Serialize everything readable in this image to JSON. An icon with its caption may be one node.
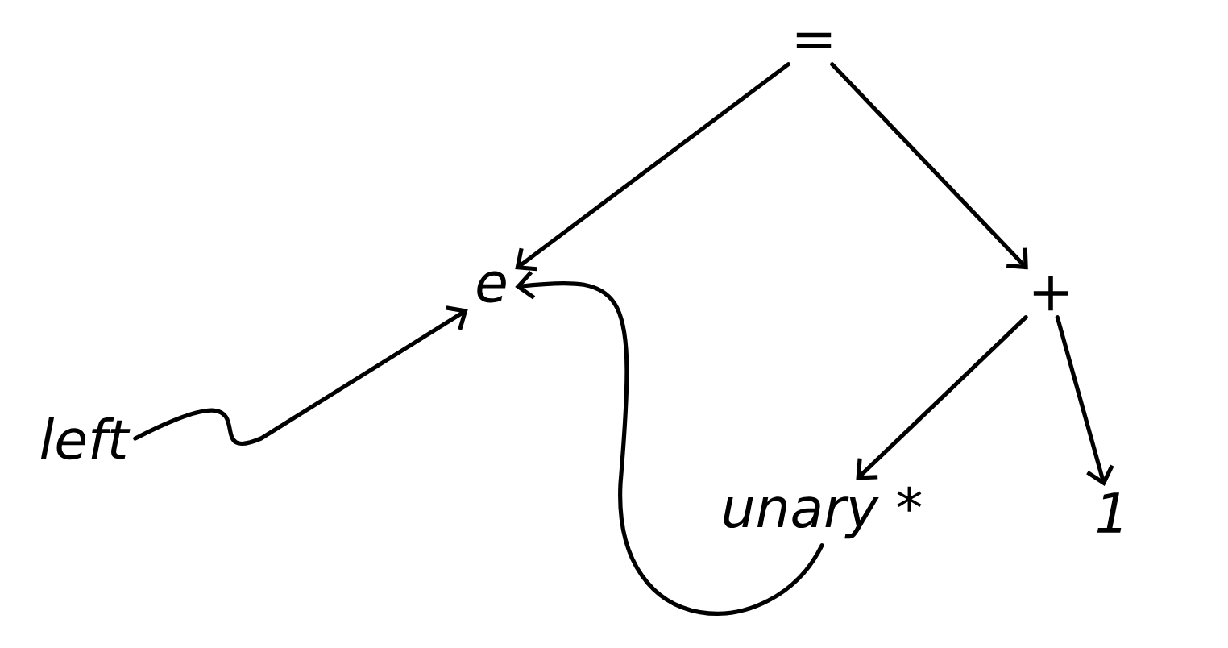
{
  "diagram": {
    "nodes": [
      {
        "text": [
          "="
        ]
      },
      {
        "text": [
          "e"
        ]
      },
      {
        "text": [
          "+"
        ]
      },
      {
        "text": [
          "unary *"
        ]
      },
      {
        "text": [
          "1"
        ]
      },
      {
        "text": [
          "left"
        ]
      }
    ],
    "edges": [
      {
        "from": 0,
        "to": 1,
        "arrow": "to"
      },
      {
        "from": 0,
        "to": 2,
        "arrow": "to"
      },
      {
        "from": 2,
        "to": 3,
        "arrow": "to"
      },
      {
        "from": 2,
        "to": 4,
        "arrow": "to"
      },
      {
        "from": 5,
        "to": 1,
        "arrow": "to"
      },
      {
        "from": 3,
        "to": 1,
        "arrow": "to"
      }
    ]
  }
}
